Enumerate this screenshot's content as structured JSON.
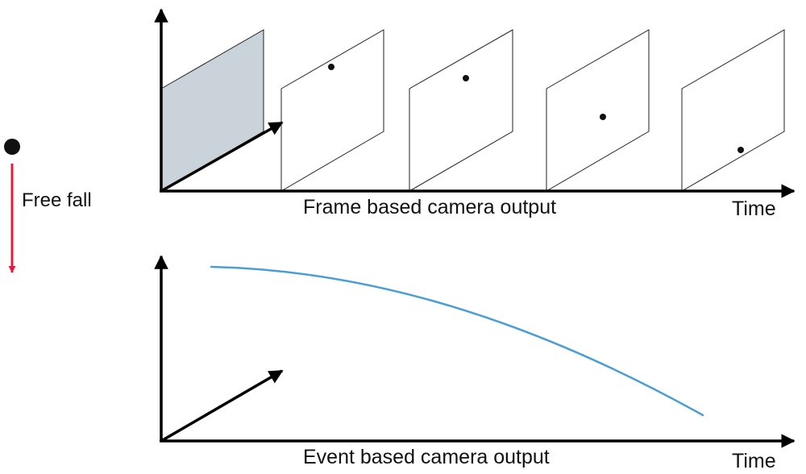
{
  "left": {
    "label": "Free fall",
    "colors": {
      "ball": "#111111",
      "arrow": "#e8193c"
    }
  },
  "frame_panel": {
    "caption": "Frame based camera output",
    "time_label": "Time",
    "colors": {
      "first_frame_fill": "#c9d3d9",
      "frame_stroke": "#222222",
      "dot": "#111111"
    },
    "frame_count": 5
  },
  "event_panel": {
    "caption": "Event based camera output",
    "time_label": "Time",
    "colors": {
      "trajectory": "#4a9ed8"
    }
  }
}
